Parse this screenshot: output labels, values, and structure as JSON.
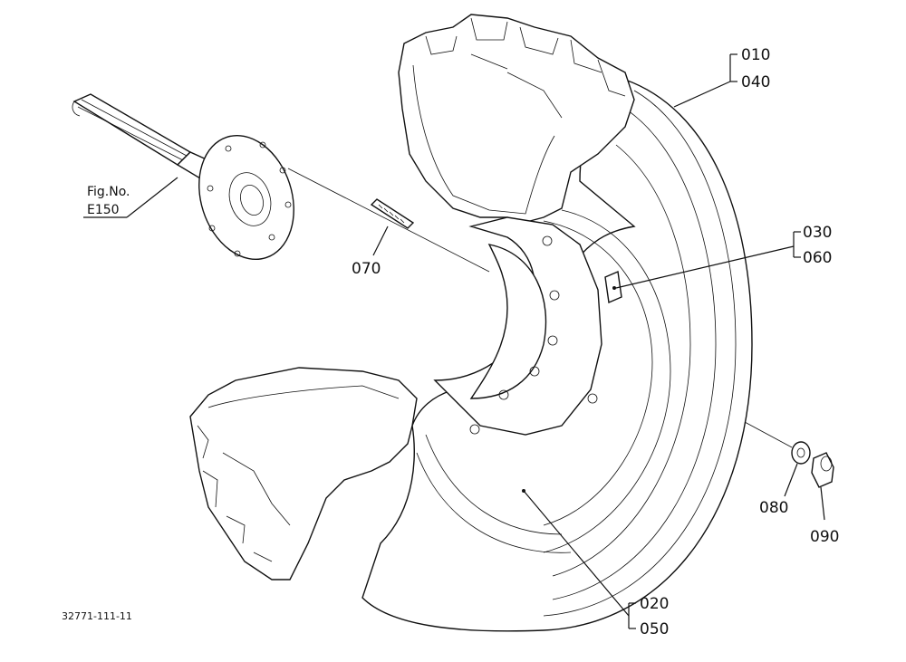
{
  "diagram": {
    "reference": {
      "fig_label": "Fig.No.",
      "fig_number": "E150"
    },
    "drawing_number": "32771-111-11",
    "callouts": {
      "tire_a": "010",
      "tire_b": "040",
      "valve_a": "030",
      "valve_b": "060",
      "rim_a": "020",
      "rim_b": "050",
      "stud": "070",
      "washer": "080",
      "nut": "090"
    }
  }
}
